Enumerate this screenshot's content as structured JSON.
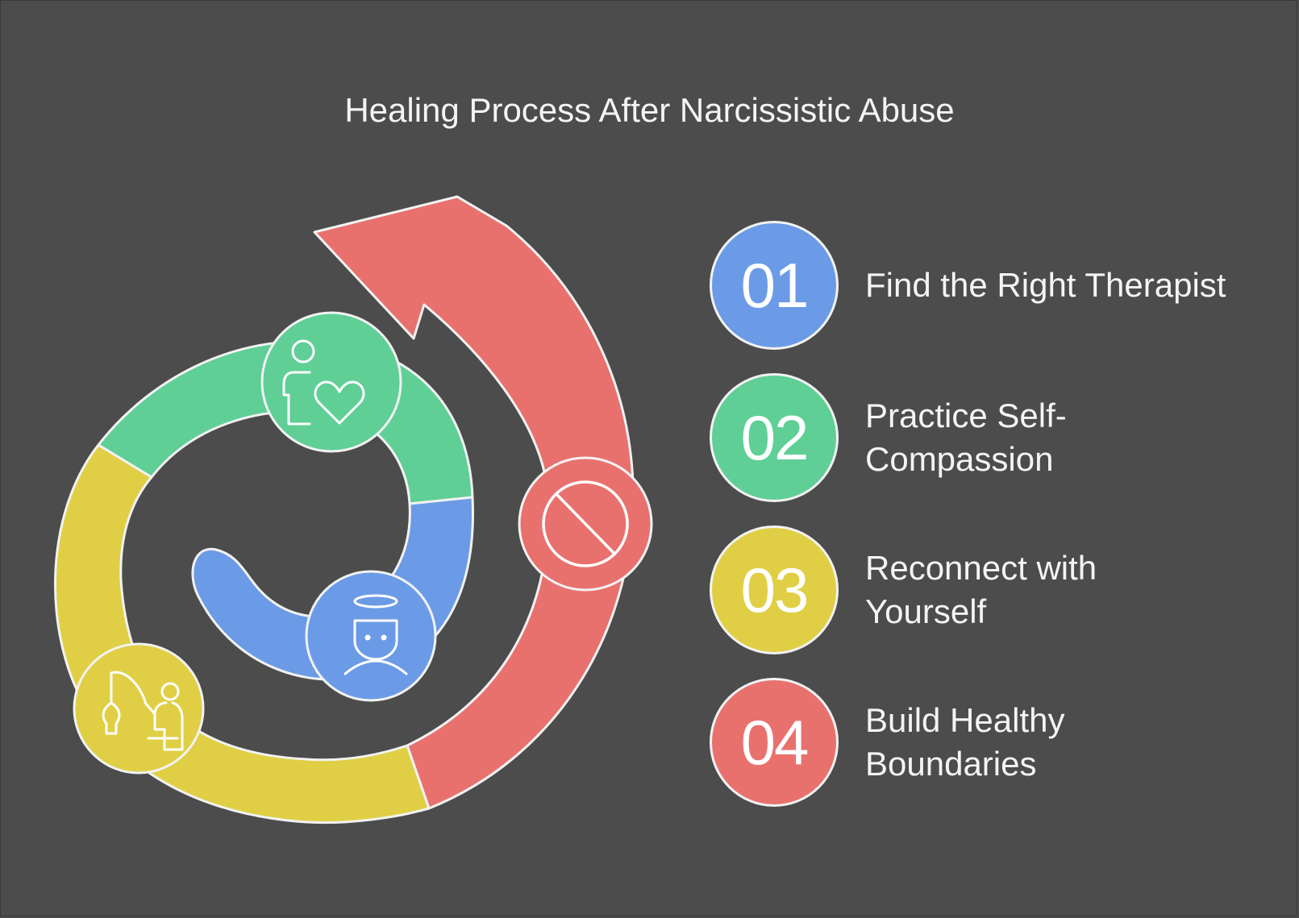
{
  "title": "Healing Process After Narcissistic Abuse",
  "colors": {
    "background": "#4c4c4c",
    "blue": "#6b9be6",
    "green": "#5fcf96",
    "yellow": "#e0cf45",
    "red": "#e8716e",
    "outline": "#f2f2f2"
  },
  "steps": [
    {
      "number": "01",
      "label": "Find the Right Therapist",
      "color": "#6b9be6",
      "icon": "angel-face-icon"
    },
    {
      "number": "02",
      "label": "Practice Self-\nCompassion",
      "color": "#5fcf96",
      "icon": "person-heart-icon"
    },
    {
      "number": "03",
      "label": "Reconnect with\nYourself",
      "color": "#e0cf45",
      "icon": "person-fishing-icon"
    },
    {
      "number": "04",
      "label": "Build Healthy\nBoundaries",
      "color": "#e8716e",
      "icon": "no-entry-icon"
    }
  ]
}
